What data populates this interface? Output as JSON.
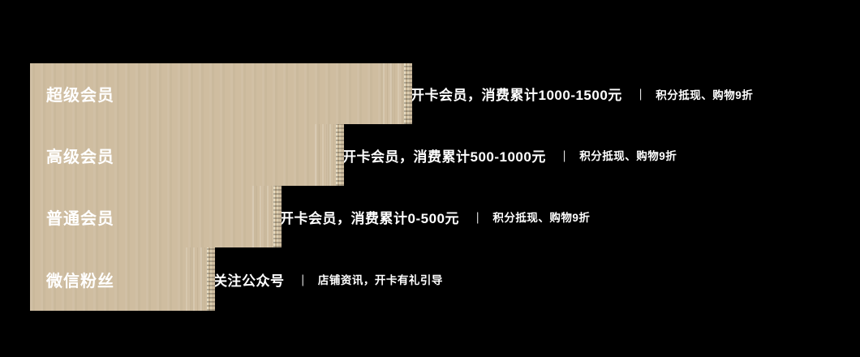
{
  "colors": {
    "background": "#000000",
    "bar": "#cfbda0",
    "text": "#ffffff"
  },
  "tiers": [
    {
      "name": "超级会员",
      "requirement": "开卡会员，消费累计1000-1500元",
      "separator": "|",
      "benefit": "积分抵现、购物9折"
    },
    {
      "name": "高级会员",
      "requirement": "开卡会员，消费累计500-1000元",
      "separator": "|",
      "benefit": "积分抵现、购物9折"
    },
    {
      "name": "普通会员",
      "requirement": "开卡会员，消费累计0-500元",
      "separator": "|",
      "benefit": "积分抵现、购物9折"
    },
    {
      "name": "微信粉丝",
      "requirement": "关注公众号",
      "separator": "|",
      "benefit": "店铺资讯，开卡有礼引导"
    }
  ]
}
